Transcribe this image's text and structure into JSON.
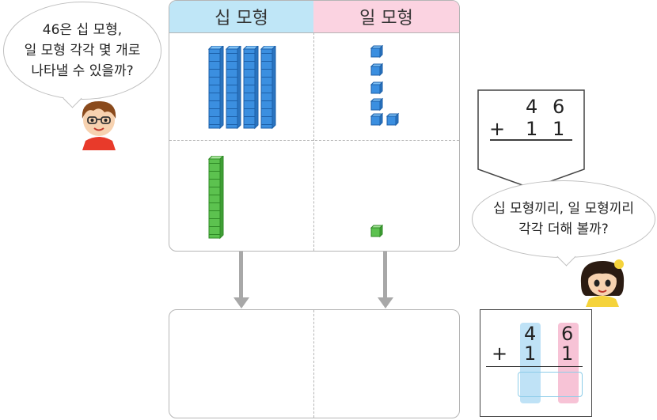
{
  "bubble_left": {
    "lines": [
      "46은 십 모형,",
      "일 모형 각각 몇 개로",
      "나타낼 수 있을까?"
    ]
  },
  "bubble_right": {
    "lines": [
      "십 모형끼리, 일 모형끼리",
      "각각 더해 볼까?"
    ]
  },
  "table": {
    "header_tens": "십 모형",
    "header_ones": "일 모형",
    "row1": {
      "tens_rods": 4,
      "ones_cubes": 6
    },
    "row2": {
      "tens_rods": 1,
      "ones_cubes": 1
    }
  },
  "calc_top": {
    "top": [
      "4",
      "6"
    ],
    "op": "+",
    "bottom": [
      "1",
      "1"
    ]
  },
  "calc_bottom": {
    "top": [
      "4",
      "6"
    ],
    "op": "+",
    "bottom": [
      "1",
      "1"
    ]
  },
  "colors": {
    "tens_header": "#bfe6f7",
    "ones_header": "#fbd3e1",
    "blue_block": "#3b8fe0",
    "green_block": "#5cc24f",
    "tens_highlight": "#bfe2f6",
    "ones_highlight": "#f7c3d6"
  }
}
